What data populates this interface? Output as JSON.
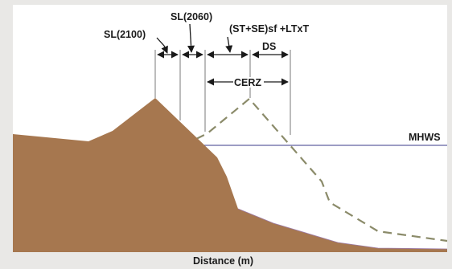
{
  "labels": {
    "sl2100": "SL(2100)",
    "sl2060": "SL(2060)",
    "formula": "(ST+SE)sf +LTxT",
    "ds": "DS",
    "cerz": "CERZ",
    "mhws": "MHWS",
    "xaxis": "Distance (m)"
  },
  "colors": {
    "terrain": "#a6774f",
    "dashed_profile": "#8b8b6a",
    "background": "#ffffff",
    "frame": "#e9e8e6",
    "lines": "#1a1a1a"
  }
}
